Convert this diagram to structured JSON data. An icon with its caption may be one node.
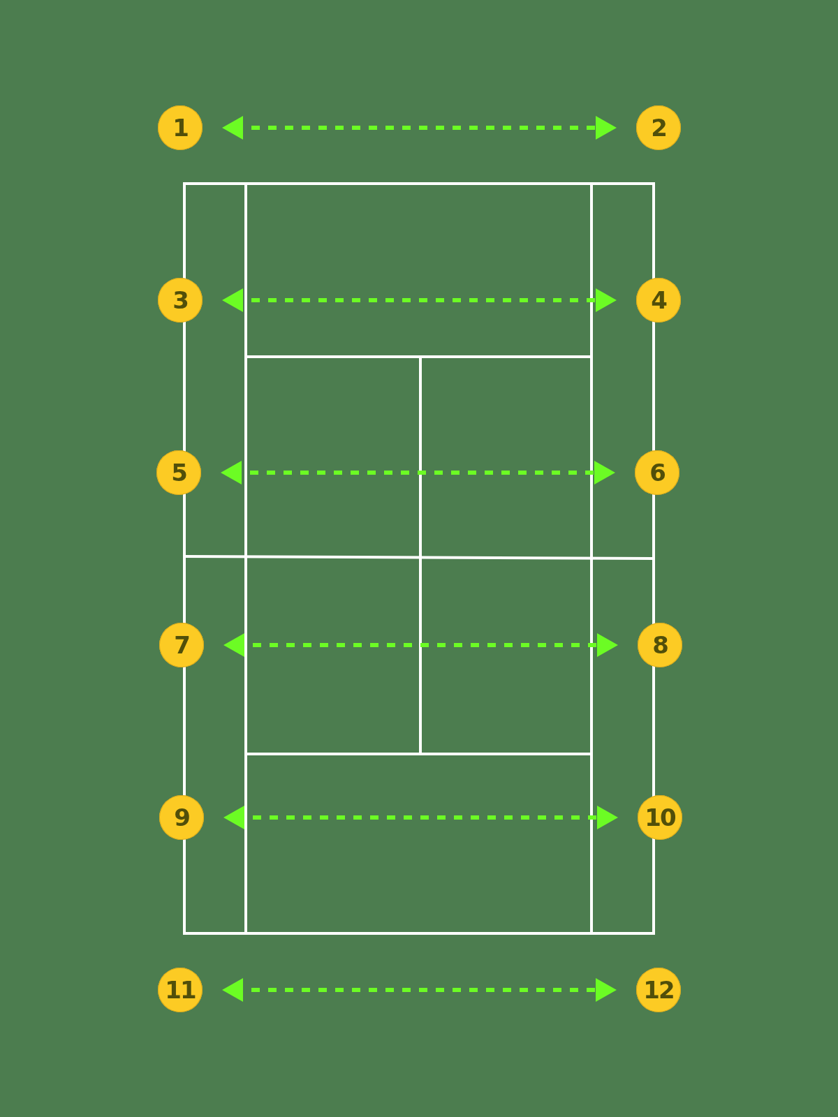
{
  "diagram": {
    "nodes": [
      {
        "text": [
          "1"
        ]
      },
      {
        "text": [
          "2"
        ]
      },
      {
        "text": [
          "3"
        ]
      },
      {
        "text": [
          "4"
        ]
      },
      {
        "text": [
          "5"
        ]
      },
      {
        "text": [
          "6"
        ]
      },
      {
        "text": [
          "7"
        ]
      },
      {
        "text": [
          "8"
        ]
      },
      {
        "text": [
          "9"
        ]
      },
      {
        "text": [
          "10"
        ]
      },
      {
        "text": [
          "11"
        ]
      },
      {
        "text": [
          "12"
        ]
      }
    ],
    "edges": [
      {
        "from": 0,
        "to": 1,
        "arrow": "both",
        "style": "dashed"
      },
      {
        "from": 2,
        "to": 3,
        "arrow": "both",
        "style": "dashed"
      },
      {
        "from": 4,
        "to": 5,
        "arrow": "both",
        "style": "dashed"
      },
      {
        "from": 6,
        "to": 7,
        "arrow": "both",
        "style": "dashed"
      },
      {
        "from": 8,
        "to": 9,
        "arrow": "both",
        "style": "dashed"
      },
      {
        "from": 10,
        "to": 11,
        "arrow": "both",
        "style": "dashed"
      }
    ]
  }
}
